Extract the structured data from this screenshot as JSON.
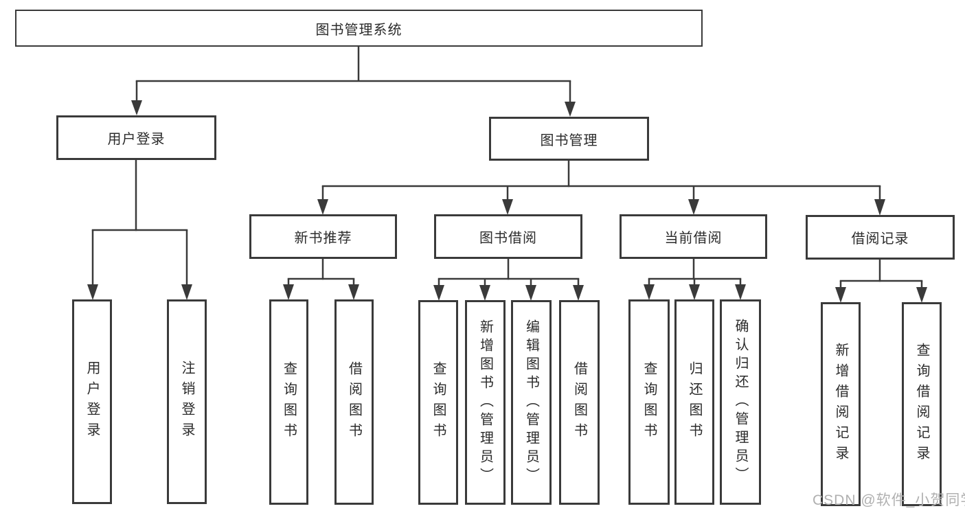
{
  "colors": {
    "line": "#3a3a3a",
    "text": "#2b2b2b",
    "box_background": "#ffffff",
    "background": "#ffffff",
    "watermark": "#b0b0b0"
  },
  "watermark": "CSDN @软件_小贺同学",
  "nodes": {
    "root": "图书管理系统",
    "branches": [
      {
        "label": "用户登录",
        "leaves": [
          "用户登录",
          "注销登录"
        ]
      },
      {
        "label": "图书管理",
        "sections": [
          {
            "label": "新书推荐",
            "leaves": [
              "查询图书",
              "借阅图书"
            ]
          },
          {
            "label": "图书借阅",
            "leaves": [
              "查询图书",
              "新增图书（管理员）",
              "编辑图书（管理员）",
              "借阅图书"
            ]
          },
          {
            "label": "当前借阅",
            "leaves": [
              "查询图书",
              "归还图书",
              "确认归还（管理员）"
            ]
          },
          {
            "label": "借阅记录",
            "leaves": [
              "新增借阅记录",
              "查询借阅记录"
            ]
          }
        ]
      }
    ]
  }
}
